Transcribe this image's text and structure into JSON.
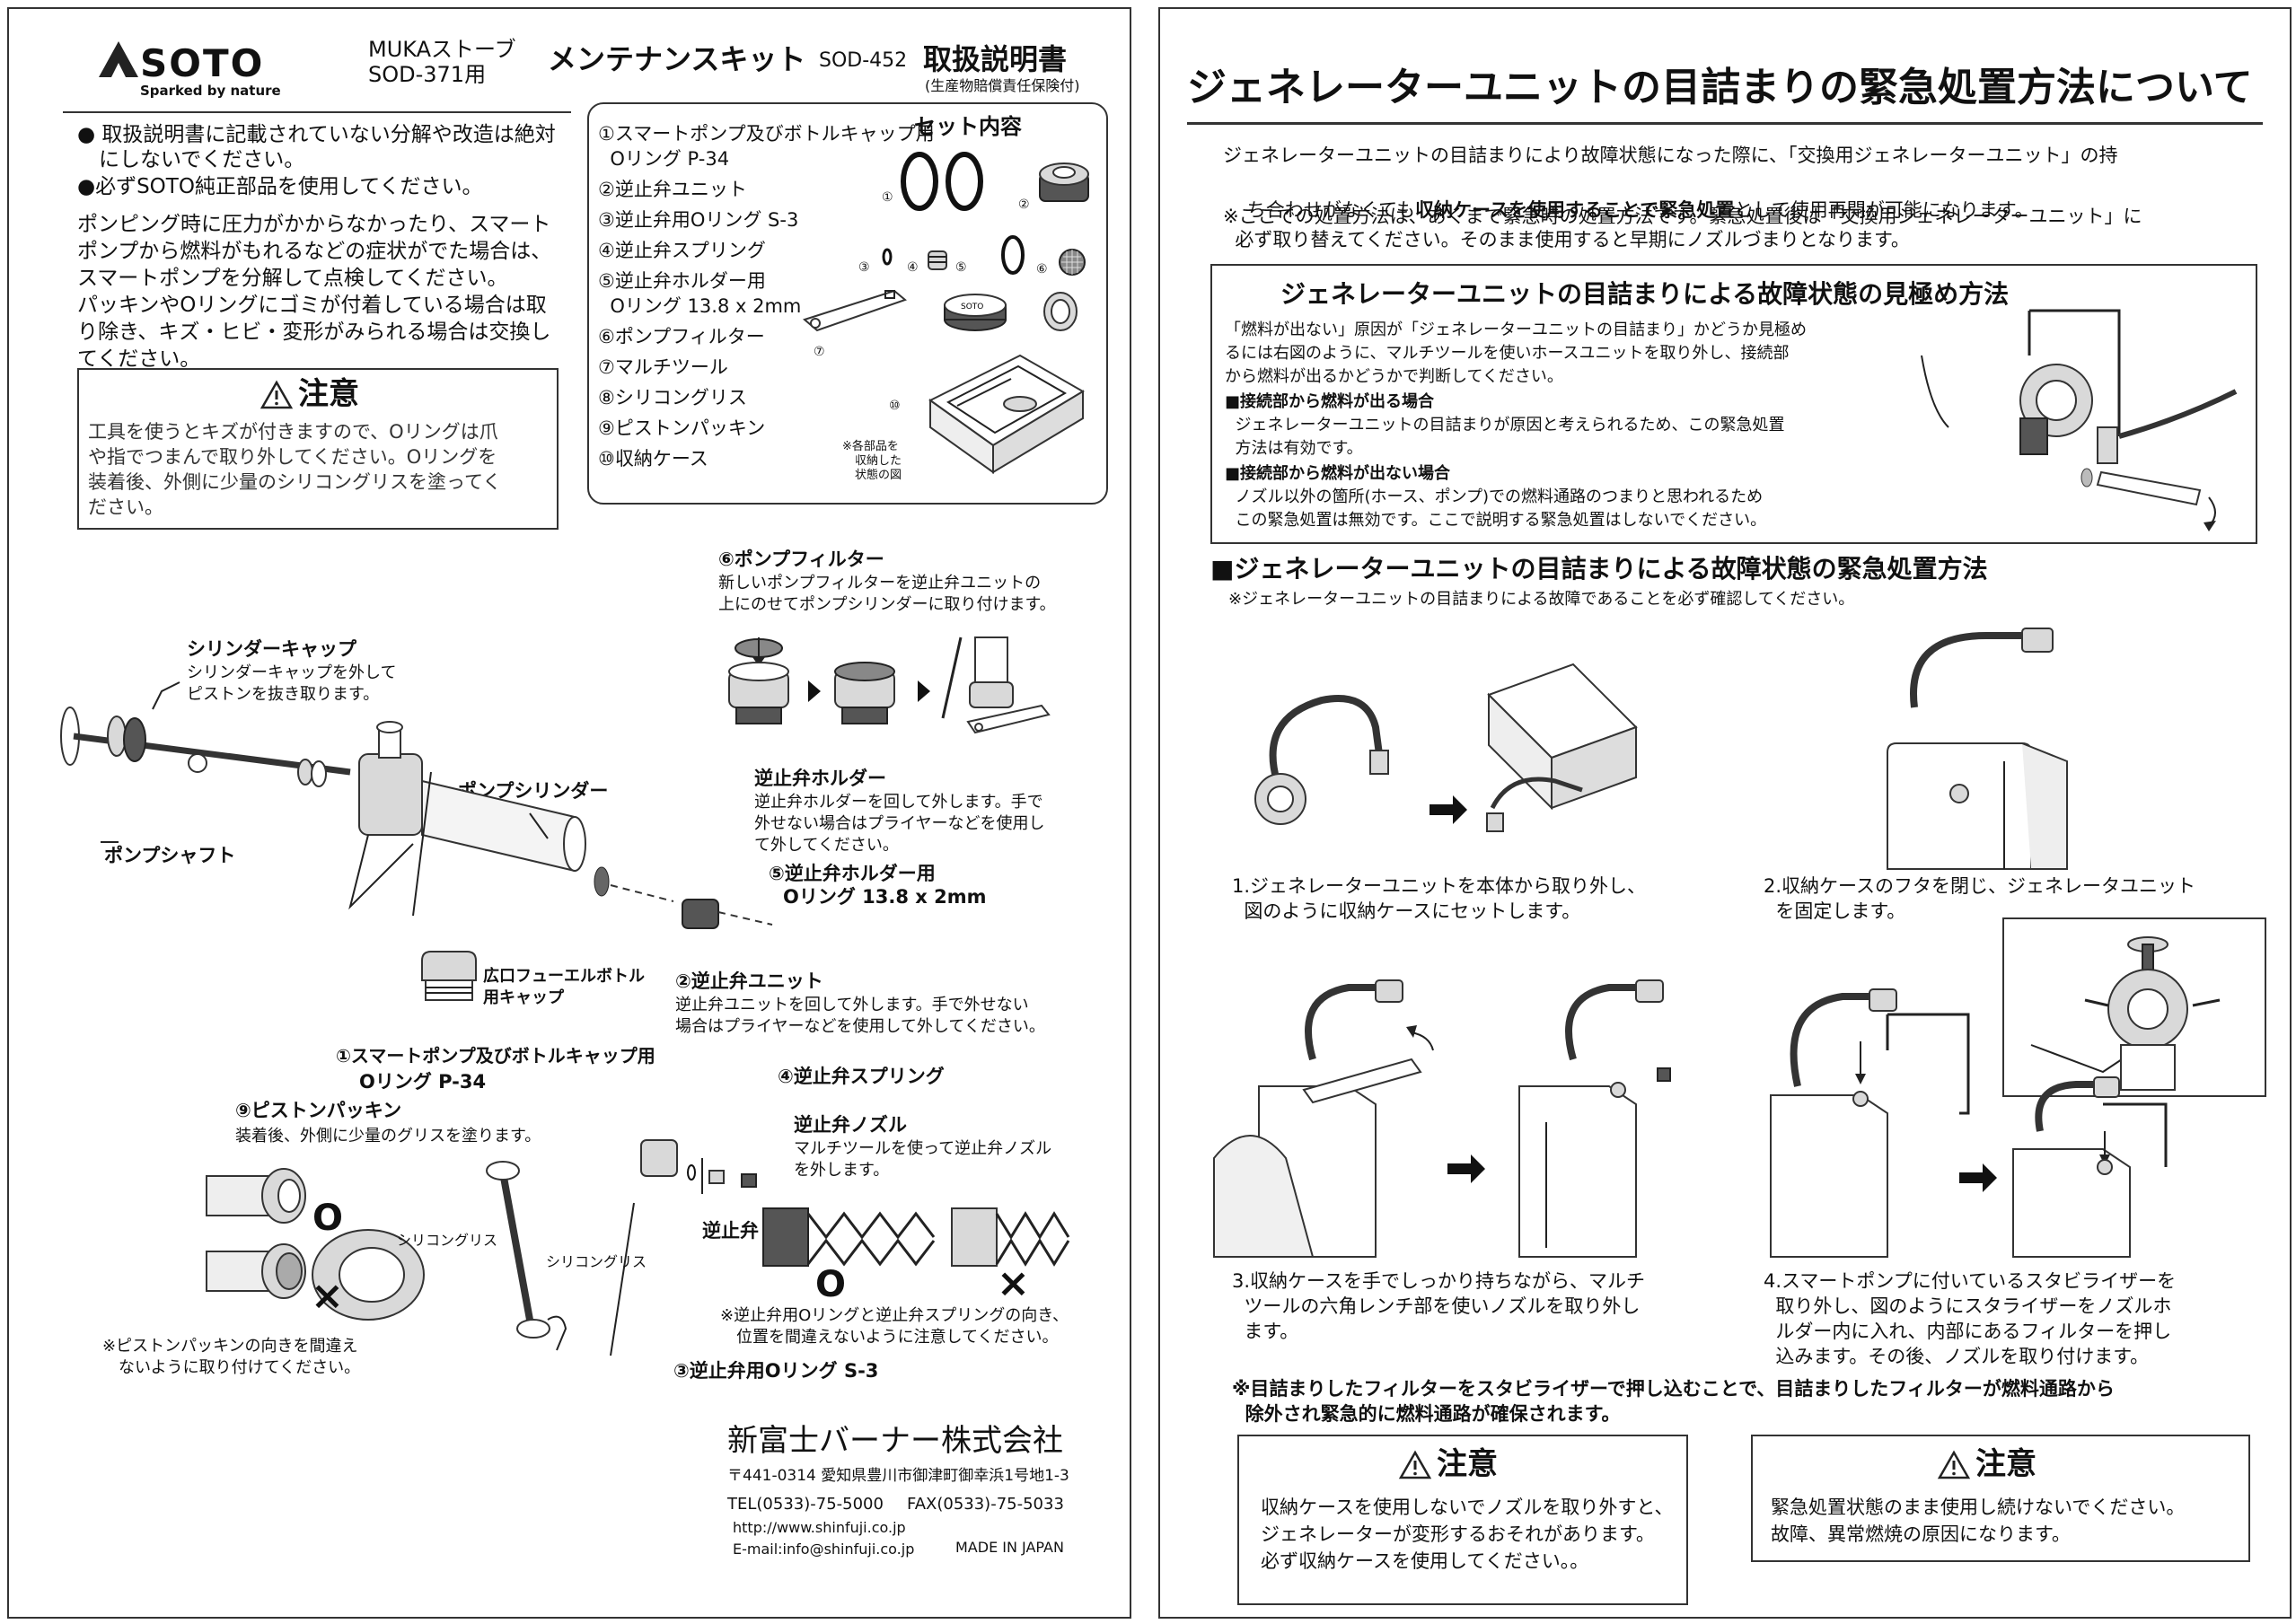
{
  "left": {
    "brand": {
      "name": "SOTO",
      "tagline": "Sparked by nature"
    },
    "header": {
      "product_line1": "MUKAストーブ",
      "product_line2": "SOD-371用",
      "kit_name": "メンテナンスキット",
      "kit_code": "SOD-452",
      "manual": "取扱説明書",
      "insurance": "(生産物賠償責任保険付)"
    },
    "notices": [
      "● 取扱説明書に記載されていない分解や改造は絶対",
      "にしないでください。",
      "●必ずSOTO純正部品を使用してください。"
    ],
    "intro": [
      "ポンピング時に圧力がかからなかったり、スマート",
      "ポンプから燃料がもれるなどの症状がでた場合は、",
      "スマートポンプを分解して点検してください。",
      "パッキンやOリングにゴミが付着している場合は取",
      "り除き、キズ・ヒビ・変形がみられる場合は交換し",
      "てください。"
    ],
    "caution": {
      "title": "注意",
      "lines": [
        "工具を使うとキズが付きますので、Oリングは爪",
        "や指でつまんで取り外してください。Oリングを",
        "装着後、外側に少量のシリコングリスを塗ってく",
        "ださい。"
      ]
    },
    "set": {
      "title": "セット内容",
      "items": [
        "①スマートポンプ及びボトルキャップ用",
        "  Oリング P-34",
        "②逆止弁ユニット",
        "③逆止弁用Oリング S-3",
        "④逆止弁スプリング",
        "⑤逆止弁ホルダー用",
        "  Oリング 13.8 x 2mm",
        "⑥ポンプフィルター",
        "⑦マルチツール",
        "⑧シリコングリス",
        "⑨ピストンパッキン",
        "⑩収納ケース"
      ],
      "nums": [
        "①",
        "②",
        "③",
        "④",
        "⑤",
        "⑥",
        "⑦",
        "⑩"
      ],
      "note": [
        "※各部品を",
        "収納した",
        "状態の図"
      ]
    },
    "parts": {
      "filter_title": "⑥ポンプフィルター",
      "filter_desc": [
        "新しいポンプフィルターを逆止弁ユニットの",
        "上にのせてポンプシリンダーに取り付けます。"
      ],
      "cylinder_cap_title": "シリンダーキャップ",
      "cylinder_cap_desc": [
        "シリンダーキャップを外して",
        "ピストンを抜き取ります。"
      ],
      "pump_cylinder": "ポンプシリンダー",
      "pump_shaft": "ポンプシャフト",
      "holder_title": "逆止弁ホルダー",
      "holder_desc": [
        "逆止弁ホルダーを回して外します。手で",
        "外せない場合はプライヤーなどを使用し",
        "て外してください。"
      ],
      "oring5": [
        "⑤逆止弁ホルダー用",
        "Oリング 13.8 x 2mm"
      ],
      "fuel_cap": [
        "広口フューエルボトル",
        "用キャップ"
      ],
      "valve_unit_title": "②逆止弁ユニット",
      "valve_unit_desc": [
        "逆止弁ユニットを回して外します。手で外せない",
        "場合はプライヤーなどを使用して外してください。"
      ],
      "oring1": [
        "①スマートポンプ及びボトルキャップ用",
        "Oリング P-34"
      ],
      "piston_title": "⑨ピストンパッキン",
      "piston_desc": "装着後、外側に少量のグリスを塗ります。",
      "spring_title": "④逆止弁スプリング",
      "nozzle_title": "逆止弁ノズル",
      "nozzle_desc": [
        "マルチツールを使って逆止弁ノズル",
        "を外します。"
      ],
      "check_valve": "逆止弁",
      "silicone1": "シリコングリス",
      "silicone2": "シリコングリス",
      "piston_note": [
        "※ピストンパッキンの向きを間違え",
        "ないように取り付けてください。"
      ],
      "valve_note": [
        "※逆止弁用Oリングと逆止弁スプリングの向き、",
        "位置を間違えないように注意してください。"
      ],
      "oring3": "③逆止弁用Oリング S-3",
      "ok": "O",
      "ng": "×"
    },
    "company": {
      "name": "新富士バーナー株式会社",
      "address": "〒441-0314 愛知県豊川市御津町御幸浜1号地1-3",
      "tel": "TEL(0533)-75-5000",
      "fax": "FAX(0533)-75-5033",
      "web": "http://www.shinfuji.co.jp",
      "email": "E-mail:info@shinfuji.co.jp",
      "made": "MADE IN JAPAN"
    }
  },
  "right": {
    "title": "ジェネレーターユニットの目詰まりの緊急処置方法について",
    "intro1": "ジェネレーターユニットの目詰まりにより故障状態になった際に、「交換用ジェネレーターユニット」の持",
    "intro2a": "ち合わせがなくても",
    "intro2b": "収納ケースを使用することで緊急処置",
    "intro2c": "として使用再開が可能になります。",
    "intro3": "※ここでの処置方法は、あくまで緊急時の処置方法です。緊急処置後は「交換用ジェネレーターユニット」に",
    "intro4": "  必ず取り替えてください。そのまま使用すると早期にノズルづまりとなります。",
    "diag": {
      "title": "ジェネレーターユニットの目詰まりによる故障状態の見極め方法",
      "lines": [
        "「燃料が出ない」原因が「ジェネレーターユニットの目詰まり」かどうか見極め",
        "るには右図のように、マルチツールを使いホースユニットを取り外し、接続部",
        "から燃料が出るかどうかで判断してください。"
      ],
      "case1_title": "■接続部から燃料が出る場合",
      "case1": [
        "  ジェネレーターユニットの目詰まりが原因と考えられるため、この緊急処置",
        "  方法は有効です。"
      ],
      "case2_title": "■接続部から燃料が出ない場合",
      "case2": [
        "  ノズル以外の箇所(ホース、ポンプ)での燃料通路のつまりと思われるため",
        "  この緊急処置は無効です。ここで説明する緊急処置はしないでください。"
      ]
    },
    "method": {
      "title": "■ジェネレーターユニットの目詰まりによる故障状態の緊急処置方法",
      "note": "※ジェネレーターユニットの目詰まりによる故障であることを必ず確認してください。"
    },
    "steps": [
      [
        "1.ジェネレーターユニットを本体から取り外し、",
        "  図のように収納ケースにセットします。"
      ],
      [
        "2.収納ケースのフタを閉じ、ジェネレータユニット",
        "  を固定します。"
      ],
      [
        "3.収納ケースを手でしっかり持ちながら、マルチ",
        "  ツールの六角レンチ部を使いノズルを取り外し",
        "  ます。"
      ],
      [
        "4.スマートポンプに付いているスタビライザーを",
        "  取り外し、図のようにスタライザーをノズルホ",
        "  ルダー内に入れ、内部にあるフィルターを押し",
        "  込みます。その後、ノズルを取り付けます。"
      ]
    ],
    "bold_note": [
      "※目詰まりしたフィルターをスタビライザーで押し込むことで、目詰まりしたフィルターが燃料通路から",
      "  除外され緊急的に燃料通路が確保されます。"
    ],
    "caution1": {
      "title": "注意",
      "lines": [
        "収納ケースを使用しないでノズルを取り外すと、",
        "ジェネレーターが変形するおそれがあります。",
        "必ず収納ケースを使用してください。。"
      ]
    },
    "caution2": {
      "title": "注意",
      "lines": [
        "緊急処置状態のまま使用し続けないでください。",
        "故障、異常燃焼の原因になります。"
      ]
    }
  }
}
